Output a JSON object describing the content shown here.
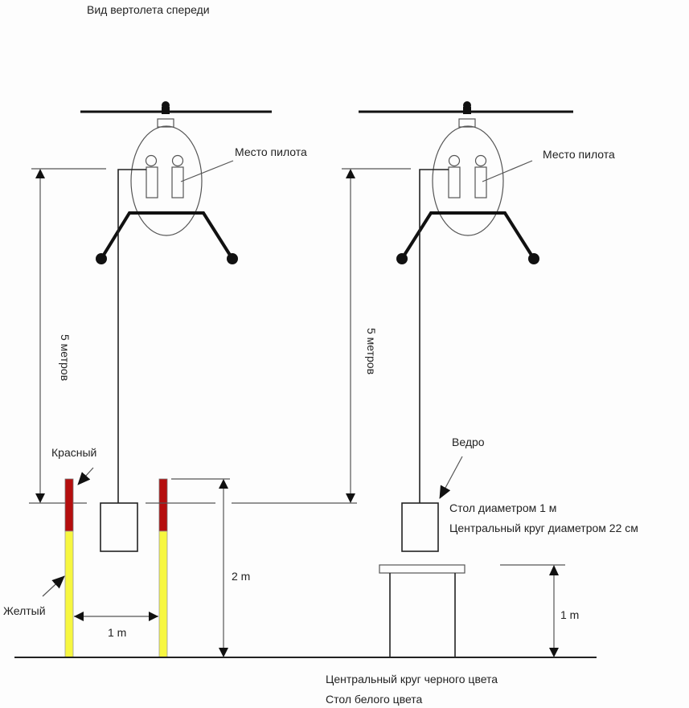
{
  "title": "Вид вертолета спереди",
  "left_view": {
    "pilot_label": "Место пилота",
    "height_label": "5 метров",
    "red_label": "Красный",
    "yellow_label": "Желтый",
    "pole_gap_label": "1 m",
    "pole_height_label": "2 m"
  },
  "right_view": {
    "pilot_label": "Место пилота",
    "height_label": "5 метров",
    "bucket_label": "Ведро",
    "table_note_lines": [
      "Стол диаметром 1 м",
      "Центральный круг диаметром 22 см"
    ],
    "table_height_label": "1 m",
    "bottom_note_lines": [
      "Центральный круг черного цвета",
      "Стол белого цвета"
    ]
  },
  "colors": {
    "pole_red": "#b50e0e",
    "pole_yellow": "#f7f740",
    "line": "#222222"
  }
}
